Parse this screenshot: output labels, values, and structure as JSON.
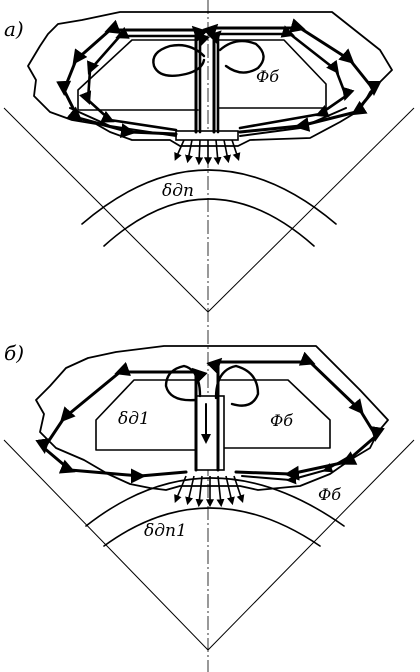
{
  "panel_a": {
    "tag": "а)",
    "flux_label": "Фб",
    "gap_label": "δдп"
  },
  "panel_b": {
    "tag": "б)",
    "gap_left_label": "δд1",
    "flux_label": "Фб",
    "flux_label_2": "Фб",
    "gap_bottom_label": "δдп1"
  }
}
